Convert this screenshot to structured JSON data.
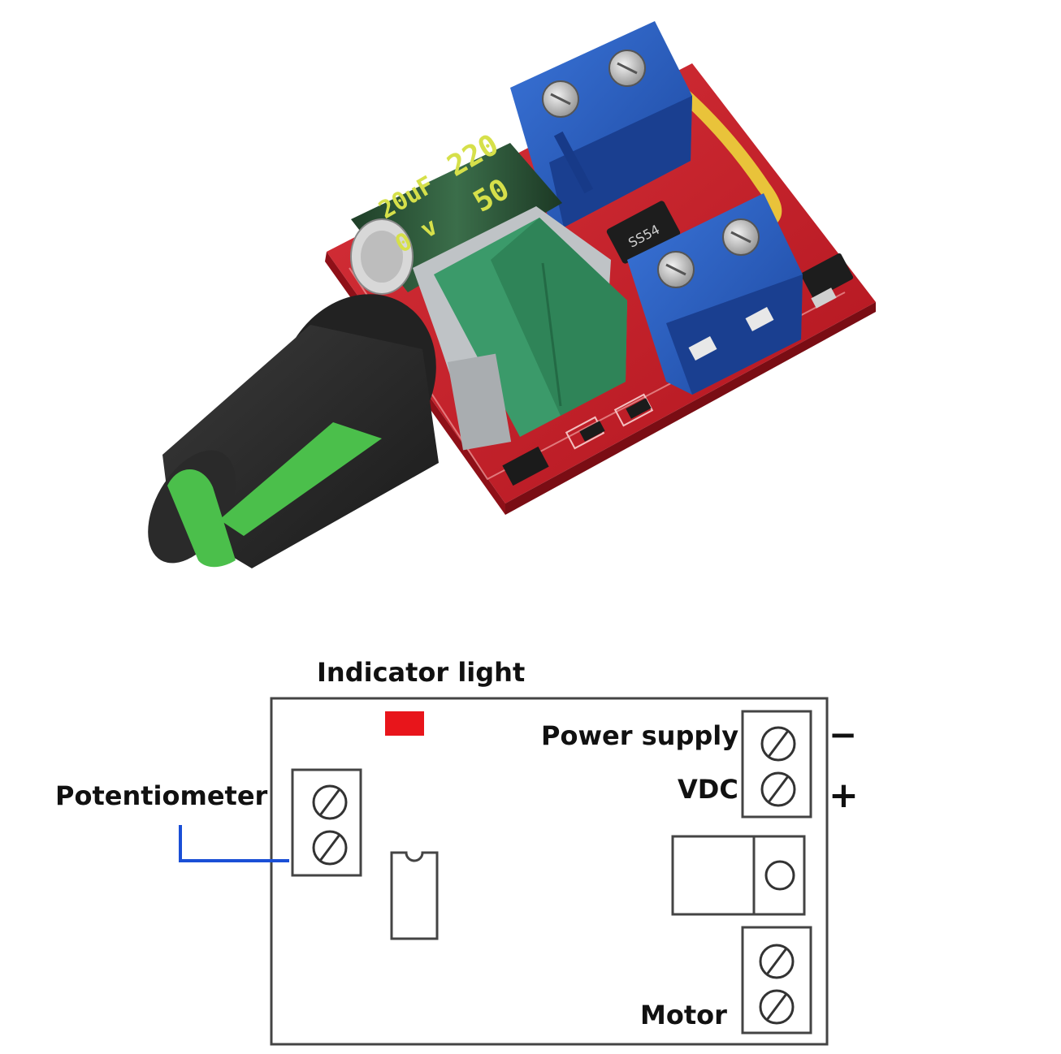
{
  "photo": {
    "capacitor": {
      "line1": "220",
      "line2": "50",
      "line3": "20uF",
      "line4": "0 v"
    },
    "diode_marking": "SS54",
    "colors": {
      "pcb": "#c8202a",
      "terminal_block": "#2a5fc0",
      "potentiometer": "#3b9a6a",
      "knob": "#2b2b2b",
      "knob_stripe": "#4bbf4b",
      "capacitor": "#2d5a3a"
    }
  },
  "diagram": {
    "labels": {
      "indicator_light": "Indicator light",
      "power_supply": "Power supply",
      "vdc": "VDC",
      "minus": "−",
      "plus": "+",
      "potentiometer": "Potentiometer",
      "motor": "Motor"
    },
    "colors": {
      "indicator": "#e8151b",
      "lead_line": "#1a4fd6",
      "outline": "#333333"
    }
  }
}
